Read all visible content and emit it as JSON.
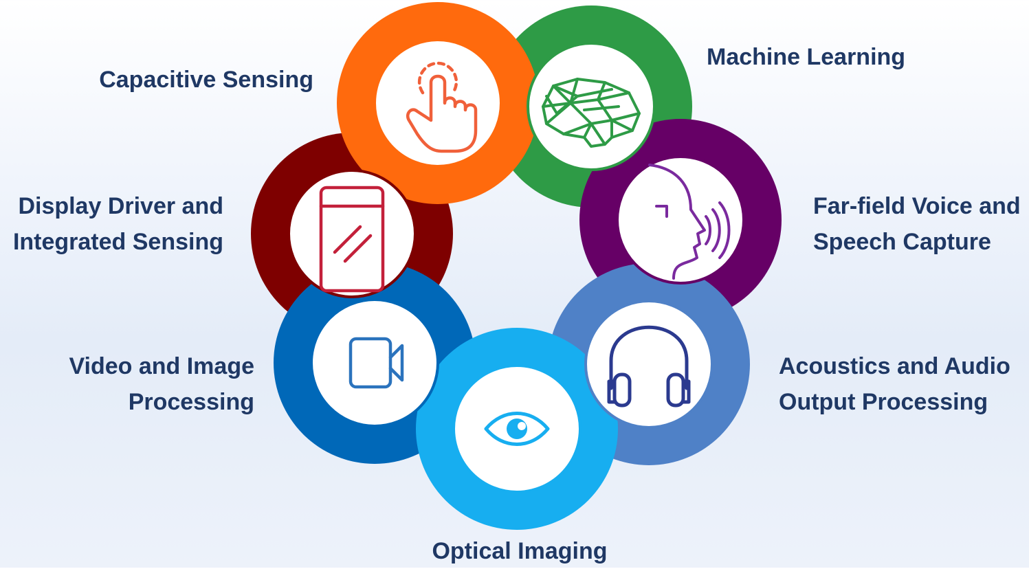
{
  "segments": [
    {
      "key": "machine-learning",
      "lines": [
        "Machine Learning"
      ],
      "color": "#2e9b46",
      "icon": "brain-icon"
    },
    {
      "key": "far-field-voice",
      "lines": [
        "Far-field Voice and",
        "Speech Capture"
      ],
      "color": "#660066",
      "icon": "speaking-head-icon"
    },
    {
      "key": "acoustics-audio",
      "lines": [
        "Acoustics and Audio",
        "Output Processing"
      ],
      "color": "#4f81c7",
      "icon": "headphones-icon"
    },
    {
      "key": "optical-imaging",
      "lines": [
        "Optical Imaging"
      ],
      "color": "#17aef0",
      "icon": "eye-icon"
    },
    {
      "key": "video-image",
      "lines": [
        "Video and Image",
        "Processing"
      ],
      "color": "#0068b8",
      "icon": "video-camera-icon"
    },
    {
      "key": "display-driver",
      "lines": [
        "Display Driver and",
        "Integrated Sensing"
      ],
      "color": "#7e0000",
      "icon": "display-panel-icon"
    },
    {
      "key": "capacitive-sensing",
      "lines": [
        "Capacitive Sensing"
      ],
      "color": "#ff6a0d",
      "icon": "touch-finger-icon"
    }
  ]
}
